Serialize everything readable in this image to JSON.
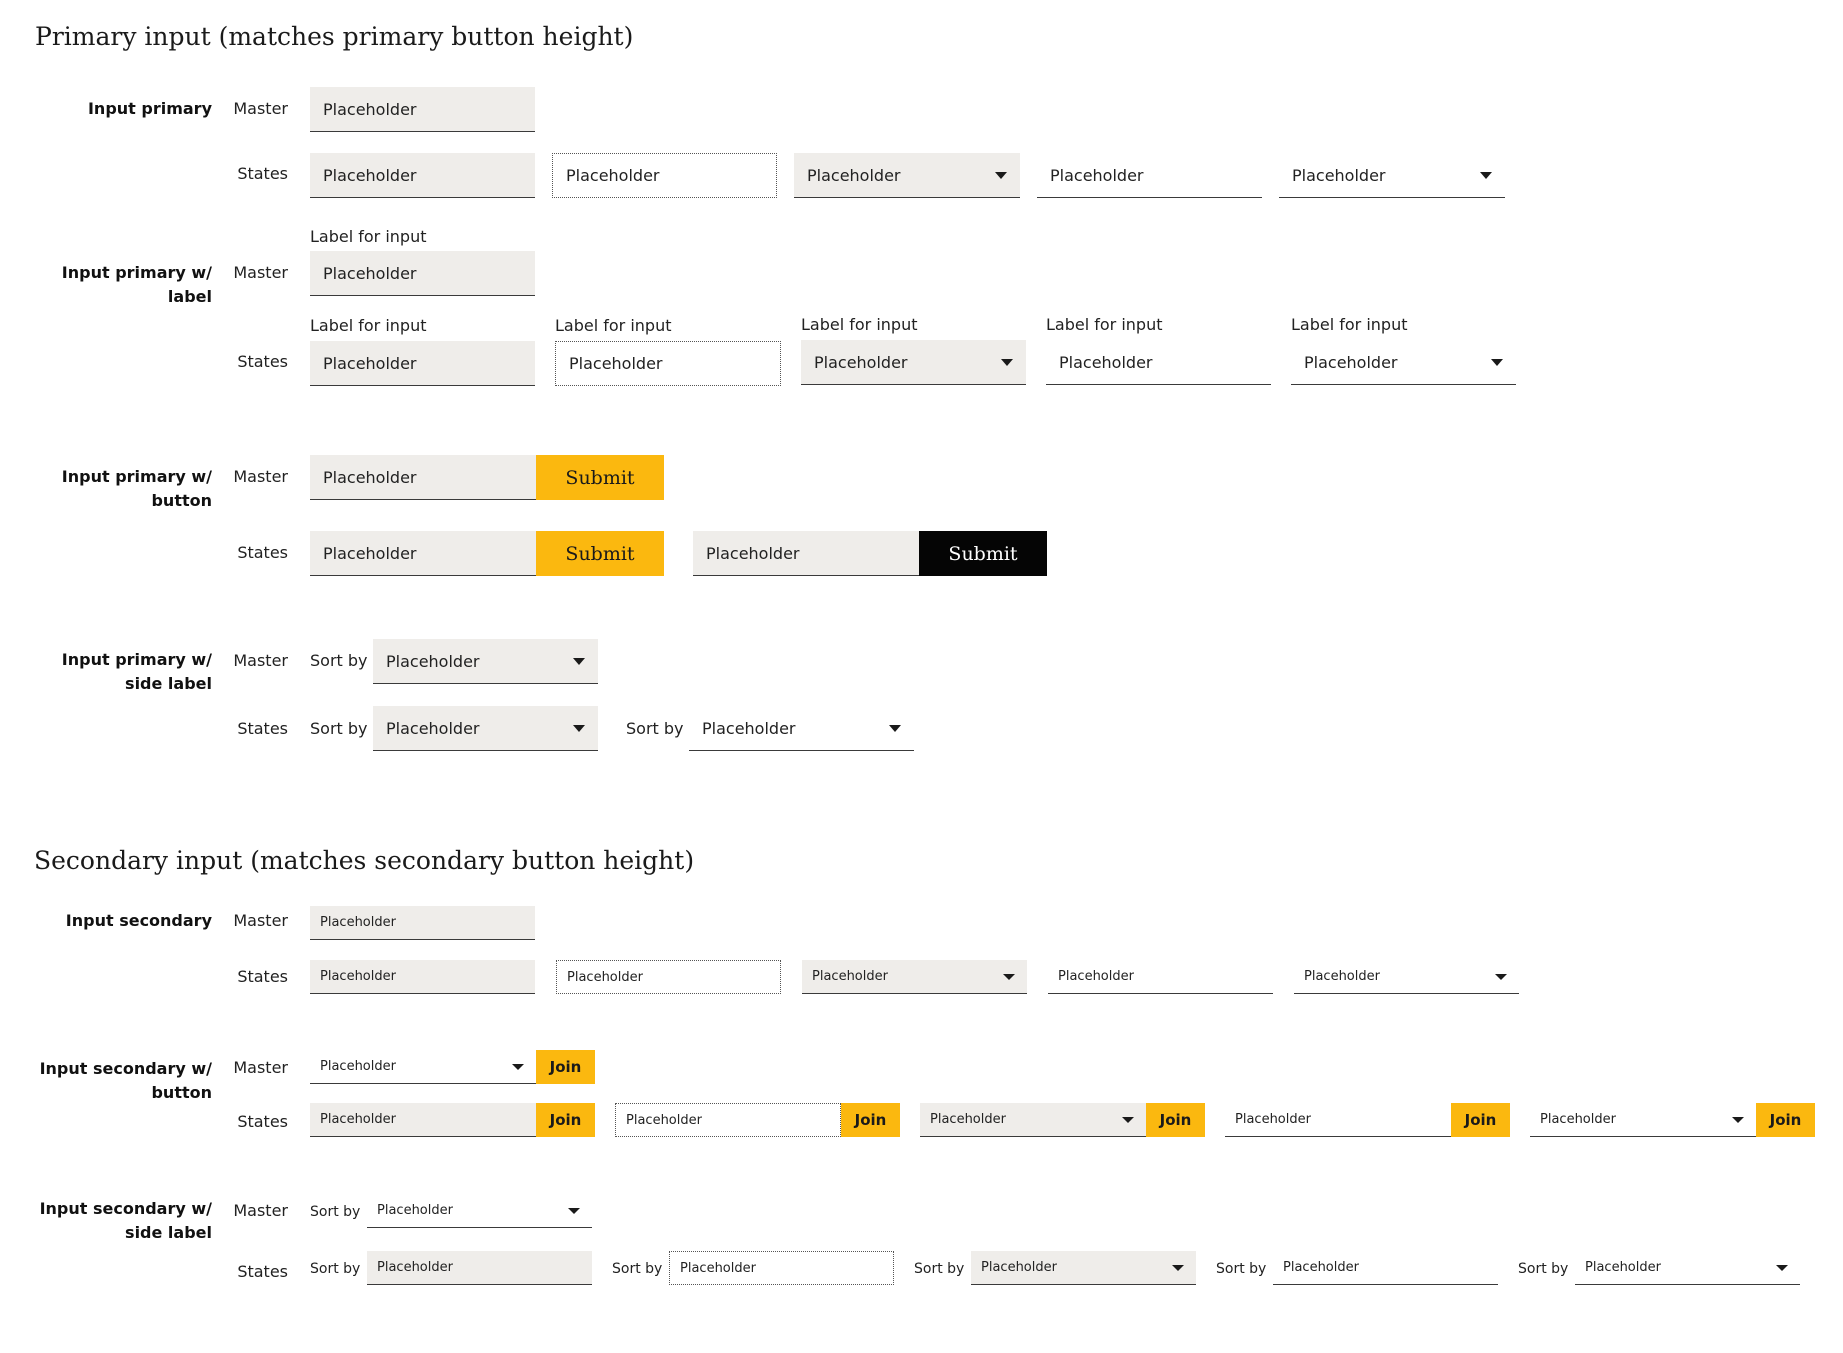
{
  "sections": {
    "primary_title": "Primary input (matches primary button height)",
    "secondary_title": "Secondary input (matches secondary button height)"
  },
  "rows": {
    "input_primary": "Input primary",
    "input_primary_label": "Input primary w/ label",
    "input_primary_button": "Input primary w/ button",
    "input_primary_side_label": "Input primary w/ side label",
    "input_secondary": "Input secondary",
    "input_secondary_button": "Input secondary w/ button",
    "input_secondary_side_label": "Input secondary w/ side label"
  },
  "kinds": {
    "master": "Master",
    "states": "States"
  },
  "field": {
    "placeholder": "Placeholder",
    "label": "Label for input",
    "sort_by": "Sort by"
  },
  "buttons": {
    "submit": "Submit",
    "join": "Join"
  },
  "icons": {
    "dropdown": "caret-down-icon"
  },
  "colors": {
    "field_bg": "#efedea",
    "accent": "#fbb80f",
    "dark_button": "#050505",
    "underline": "#3a3a3a"
  }
}
